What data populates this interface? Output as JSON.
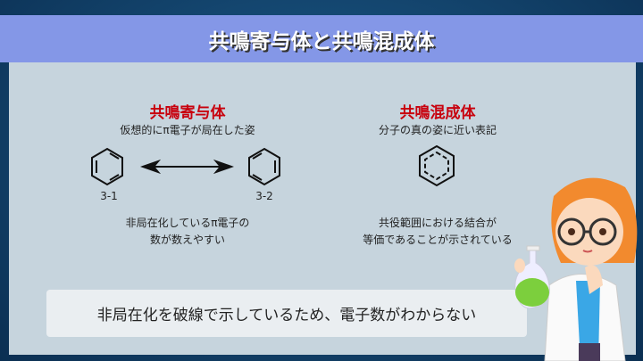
{
  "title": "共鳴寄与体と共鳴混成体",
  "left": {
    "heading": "共鳴寄与体",
    "subtitle": "仮想的にπ電子が局在した姿",
    "label1": "3-1",
    "label2": "3-2",
    "desc_line1": "非局在化しているπ電子の",
    "desc_line2": "数が数えやすい"
  },
  "right": {
    "heading": "共鳴混成体",
    "subtitle": "分子の真の姿に近い表記",
    "desc_line1": "共役範囲における結合が",
    "desc_line2": "等価であることが示されている"
  },
  "note": "非局在化を破線で示しているため、電子数がわからない",
  "colors": {
    "title_bar": "#8497e7",
    "heading": "#c8000d",
    "panel": "#c6d4dd"
  }
}
